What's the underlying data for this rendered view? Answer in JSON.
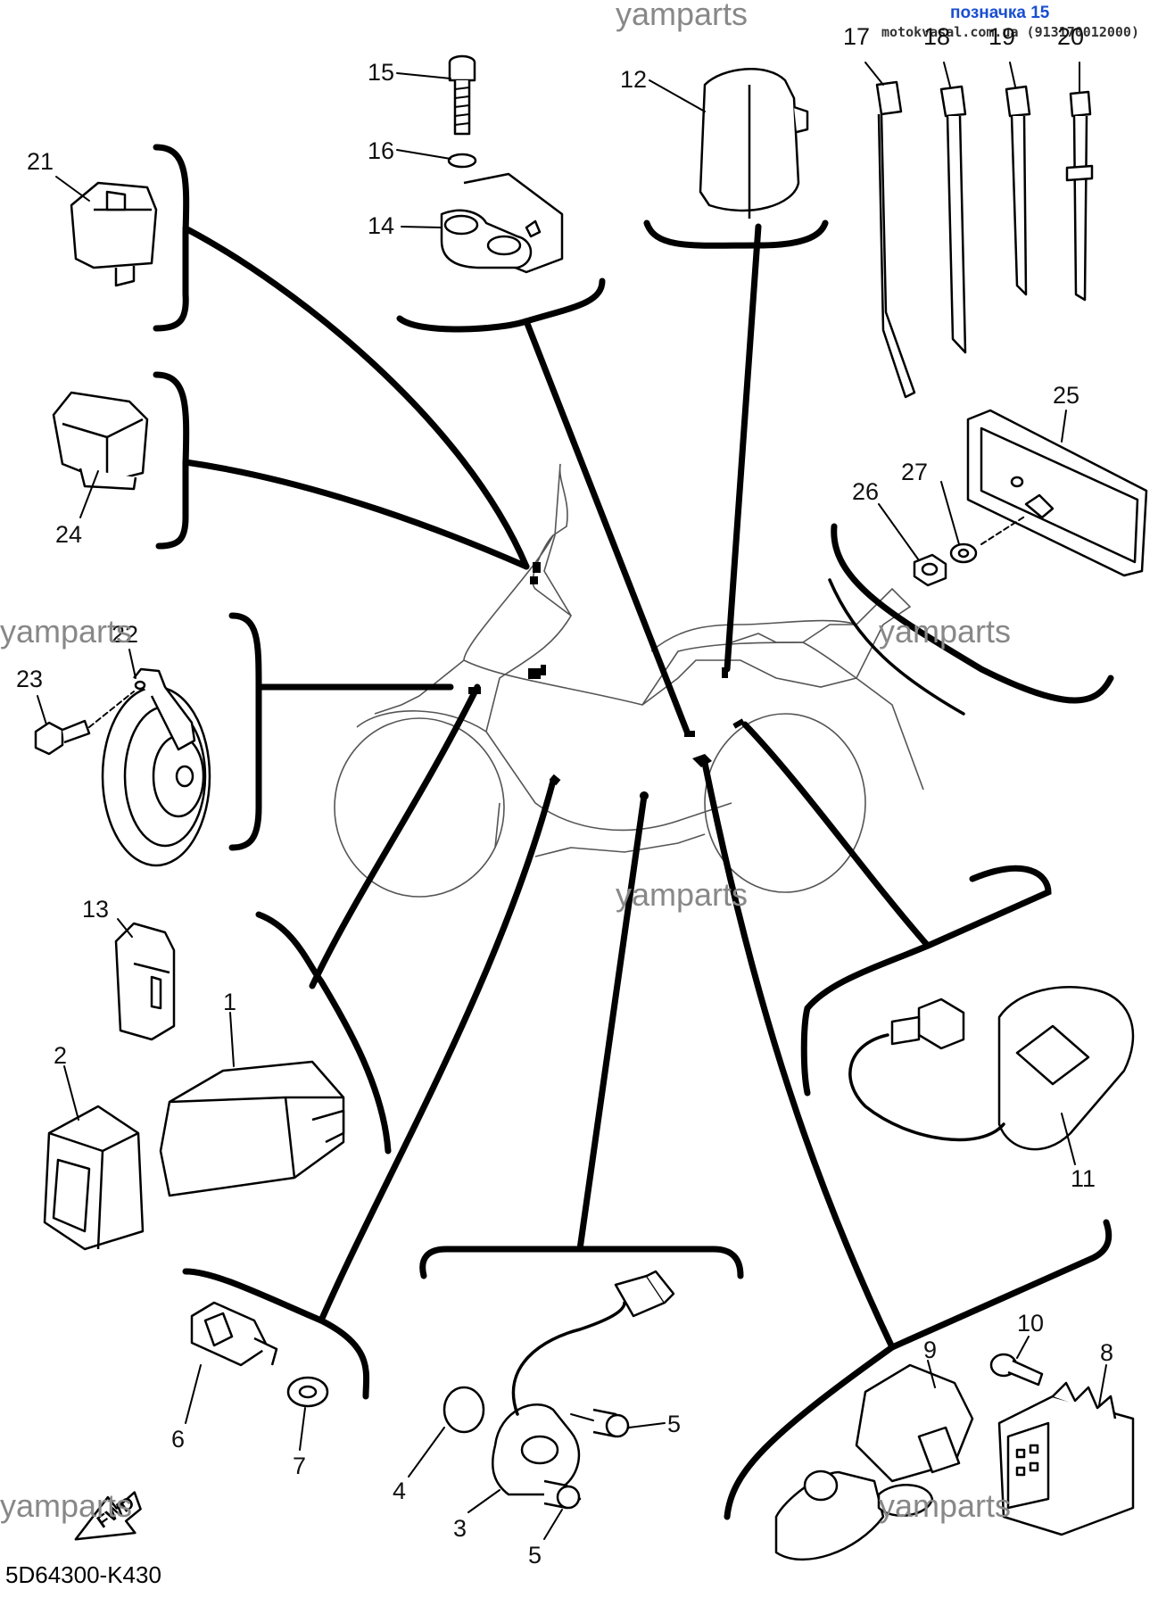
{
  "header": {
    "title": "позначка 15",
    "site": "motokvasal.com.ua (913170012000)"
  },
  "watermark": "yamparts",
  "drawing_code": "5D64300-K430",
  "fwd_label": "FWD",
  "callouts": {
    "c1": "1",
    "c2": "2",
    "c3": "3",
    "c4": "4",
    "c5a": "5",
    "c5b": "5",
    "c6": "6",
    "c7": "7",
    "c8": "8",
    "c9": "9",
    "c10": "10",
    "c11": "11",
    "c12": "12",
    "c13": "13",
    "c14": "14",
    "c15": "15",
    "c16": "16",
    "c17": "17",
    "c18": "18",
    "c19": "19",
    "c20": "20",
    "c21": "21",
    "c22": "22",
    "c23": "23",
    "c24": "24",
    "c25": "25",
    "c26": "26",
    "c27": "27"
  },
  "colors": {
    "header_blue": "#1a4fd0",
    "watermark_gray": "#888888",
    "ink": "#000000"
  }
}
